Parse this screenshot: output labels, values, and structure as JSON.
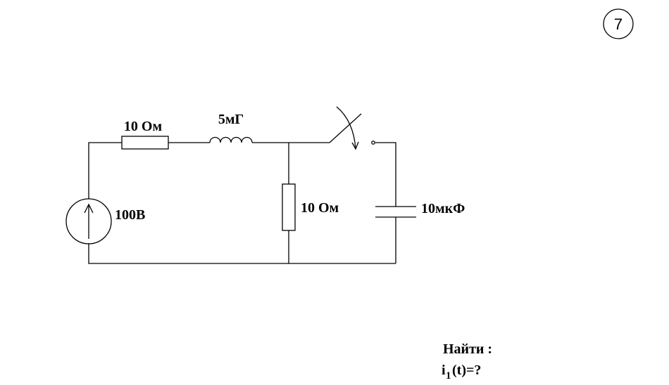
{
  "problem_number": "7",
  "labels": {
    "r1": "10 Ом",
    "inductor": "5мГ",
    "r2": "10 Ом",
    "capacitor": "10мкФ",
    "source": "100В"
  },
  "task": {
    "heading": "Найти :",
    "var": "i",
    "subscript": "1",
    "rest": "(t)=?"
  }
}
